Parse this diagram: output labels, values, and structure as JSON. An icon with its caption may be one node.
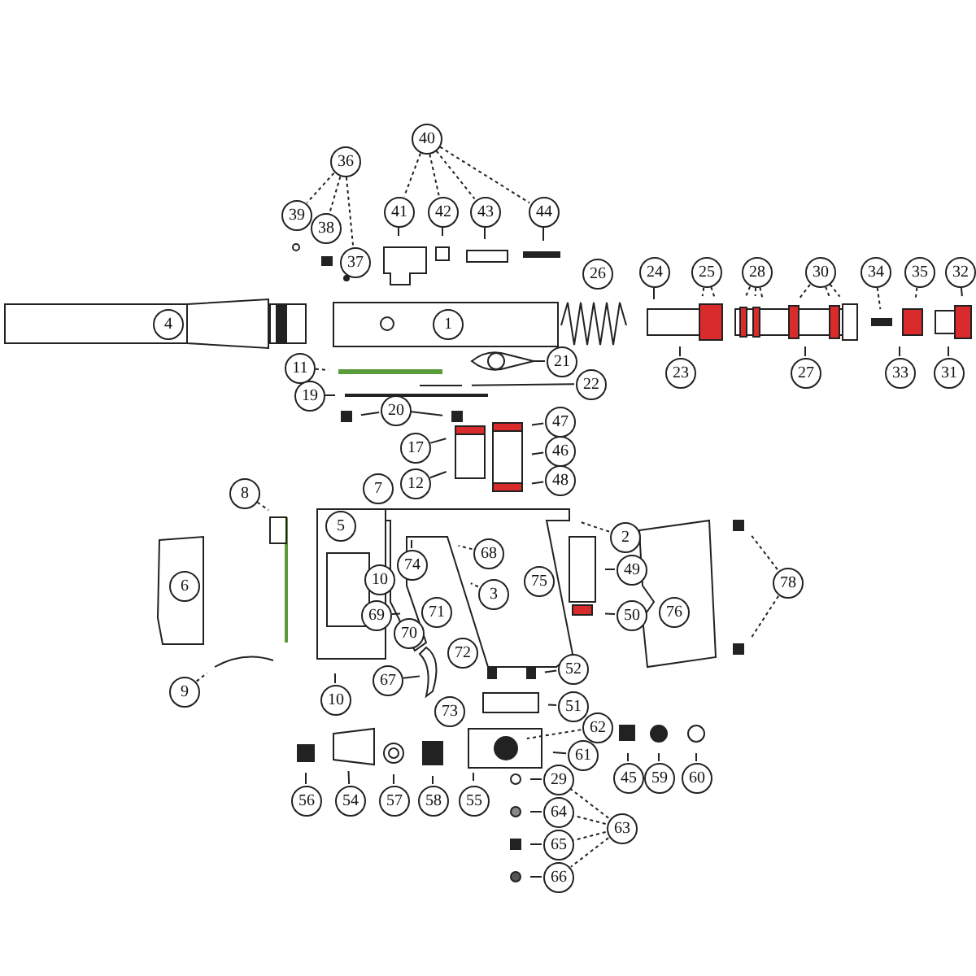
{
  "diagram": {
    "nodes": [
      {
        "text": [
          "40"
        ]
      },
      {
        "text": [
          "36"
        ]
      },
      {
        "text": [
          "39"
        ]
      },
      {
        "text": [
          "41"
        ]
      },
      {
        "text": [
          "42"
        ]
      },
      {
        "text": [
          "43"
        ]
      },
      {
        "text": [
          "44"
        ]
      },
      {
        "text": [
          "38"
        ]
      },
      {
        "text": [
          "37"
        ]
      },
      {
        "text": [
          "26"
        ]
      },
      {
        "text": [
          "24"
        ]
      },
      {
        "text": [
          "25"
        ]
      },
      {
        "text": [
          "28"
        ]
      },
      {
        "text": [
          "30"
        ]
      },
      {
        "text": [
          "34"
        ]
      },
      {
        "text": [
          "35"
        ]
      },
      {
        "text": [
          "32"
        ]
      },
      {
        "text": [
          "4"
        ]
      },
      {
        "text": [
          "1"
        ]
      },
      {
        "text": [
          "23"
        ]
      },
      {
        "text": [
          "27"
        ]
      },
      {
        "text": [
          "33"
        ]
      },
      {
        "text": [
          "31"
        ]
      },
      {
        "text": [
          "11"
        ]
      },
      {
        "text": [
          "21"
        ]
      },
      {
        "text": [
          "22"
        ]
      },
      {
        "text": [
          "19"
        ]
      },
      {
        "text": [
          "20"
        ]
      },
      {
        "text": [
          "17"
        ]
      },
      {
        "text": [
          "47"
        ]
      },
      {
        "text": [
          "12"
        ]
      },
      {
        "text": [
          "46"
        ]
      },
      {
        "text": [
          "48"
        ]
      },
      {
        "text": [
          "2"
        ]
      },
      {
        "text": [
          "8"
        ]
      },
      {
        "text": [
          "7"
        ]
      },
      {
        "text": [
          "5"
        ]
      },
      {
        "text": [
          "74"
        ]
      },
      {
        "text": [
          "68"
        ]
      },
      {
        "text": [
          "3"
        ]
      },
      {
        "text": [
          "75"
        ]
      },
      {
        "text": [
          "49"
        ]
      },
      {
        "text": [
          "76"
        ]
      },
      {
        "text": [
          "78"
        ]
      },
      {
        "text": [
          "6"
        ]
      },
      {
        "text": [
          "10"
        ]
      },
      {
        "text": [
          "71"
        ]
      },
      {
        "text": [
          "69"
        ]
      },
      {
        "text": [
          "70"
        ]
      },
      {
        "text": [
          "50"
        ]
      },
      {
        "text": [
          "67"
        ]
      },
      {
        "text": [
          "72"
        ]
      },
      {
        "text": [
          "52"
        ]
      },
      {
        "text": [
          "9"
        ]
      },
      {
        "text": [
          "10"
        ]
      },
      {
        "text": [
          "51"
        ]
      },
      {
        "text": [
          "73"
        ]
      },
      {
        "text": [
          "62"
        ]
      },
      {
        "text": [
          "61"
        ]
      },
      {
        "text": [
          "56"
        ]
      },
      {
        "text": [
          "54"
        ]
      },
      {
        "text": [
          "57"
        ]
      },
      {
        "text": [
          "58"
        ]
      },
      {
        "text": [
          "55"
        ]
      },
      {
        "text": [
          "45"
        ]
      },
      {
        "text": [
          "59"
        ]
      },
      {
        "text": [
          "60"
        ]
      },
      {
        "text": [
          "29"
        ]
      },
      {
        "text": [
          "64"
        ]
      },
      {
        "text": [
          "63"
        ]
      },
      {
        "text": [
          "65"
        ]
      },
      {
        "text": [
          "66"
        ]
      }
    ],
    "edges": [
      {
        "from": 0,
        "to": 3,
        "arrow": "none",
        "style": "dashed"
      },
      {
        "from": 0,
        "to": 4,
        "arrow": "none",
        "style": "dashed"
      },
      {
        "from": 0,
        "to": 5,
        "arrow": "none",
        "style": "dashed"
      },
      {
        "from": 0,
        "to": 6,
        "arrow": "none",
        "style": "dashed"
      },
      {
        "from": 1,
        "to": 2,
        "arrow": "none",
        "style": "dashed"
      },
      {
        "from": 1,
        "to": 7,
        "arrow": "none",
        "style": "dashed"
      },
      {
        "from": 1,
        "to": 8,
        "arrow": "none",
        "style": "dashed"
      },
      {
        "from": 69,
        "to": 67,
        "arrow": "none",
        "style": "dashed"
      },
      {
        "from": 69,
        "to": 68,
        "arrow": "none",
        "style": "dashed"
      },
      {
        "from": 69,
        "to": 70,
        "arrow": "none",
        "style": "dashed"
      },
      {
        "from": 69,
        "to": 71,
        "arrow": "none",
        "style": "dashed"
      },
      {
        "from": 3,
        "to": null,
        "arrow": "none"
      },
      {
        "from": 4,
        "to": null,
        "arrow": "none"
      },
      {
        "from": 5,
        "to": null,
        "arrow": "none"
      },
      {
        "from": 6,
        "to": null,
        "arrow": "none"
      },
      {
        "from": 10,
        "to": null,
        "arrow": "none"
      },
      {
        "from": 11,
        "to": null,
        "arrow": "none",
        "style": "dashed"
      },
      {
        "from": 11,
        "to": null,
        "arrow": "none",
        "style": "dashed"
      },
      {
        "from": 12,
        "to": null,
        "arrow": "none",
        "style": "dashed"
      },
      {
        "from": 12,
        "to": null,
        "arrow": "none",
        "style": "dashed"
      },
      {
        "from": 12,
        "to": null,
        "arrow": "none",
        "style": "dashed"
      },
      {
        "from": 13,
        "to": null,
        "arrow": "none",
        "style": "dashed"
      },
      {
        "from": 13,
        "to": null,
        "arrow": "none",
        "style": "dashed"
      },
      {
        "from": 13,
        "to": null,
        "arrow": "none",
        "style": "dashed"
      },
      {
        "from": 14,
        "to": null,
        "arrow": "none",
        "style": "dashed"
      },
      {
        "from": 15,
        "to": null,
        "arrow": "none",
        "style": "dashed"
      },
      {
        "from": 16,
        "to": null,
        "arrow": "none"
      },
      {
        "from": 19,
        "to": null,
        "arrow": "none"
      },
      {
        "from": 20,
        "to": null,
        "arrow": "none"
      },
      {
        "from": 21,
        "to": null,
        "arrow": "none"
      },
      {
        "from": 22,
        "to": null,
        "arrow": "none"
      },
      {
        "from": 23,
        "to": null,
        "arrow": "none",
        "style": "dashed"
      },
      {
        "from": 24,
        "to": null,
        "arrow": "none"
      },
      {
        "from": 25,
        "to": null,
        "arrow": "none"
      },
      {
        "from": 26,
        "to": null,
        "arrow": "none"
      },
      {
        "from": 27,
        "to": null,
        "arrow": "none"
      },
      {
        "from": 27,
        "to": null,
        "arrow": "none"
      },
      {
        "from": 28,
        "to": null,
        "arrow": "none"
      },
      {
        "from": 30,
        "to": null,
        "arrow": "none"
      },
      {
        "from": 29,
        "to": null,
        "arrow": "none"
      },
      {
        "from": 31,
        "to": null,
        "arrow": "none"
      },
      {
        "from": 32,
        "to": null,
        "arrow": "none"
      },
      {
        "from": 33,
        "to": null,
        "arrow": "none",
        "style": "dashed"
      },
      {
        "from": 34,
        "to": null,
        "arrow": "none",
        "style": "dashed"
      },
      {
        "from": 37,
        "to": null,
        "arrow": "none"
      },
      {
        "from": 38,
        "to": null,
        "arrow": "none",
        "style": "dashed"
      },
      {
        "from": 39,
        "to": null,
        "arrow": "none",
        "style": "dashed"
      },
      {
        "from": 41,
        "to": null,
        "arrow": "none"
      },
      {
        "from": 43,
        "to": null,
        "arrow": "none",
        "style": "dashed"
      },
      {
        "from": 43,
        "to": null,
        "arrow": "none",
        "style": "dashed"
      },
      {
        "from": 47,
        "to": null,
        "arrow": "none"
      },
      {
        "from": 49,
        "to": null,
        "arrow": "none"
      },
      {
        "from": 50,
        "to": null,
        "arrow": "none"
      },
      {
        "from": 52,
        "to": null,
        "arrow": "none"
      },
      {
        "from": 53,
        "to": null,
        "arrow": "none",
        "style": "dashed"
      },
      {
        "from": 54,
        "to": null,
        "arrow": "none"
      },
      {
        "from": 55,
        "to": null,
        "arrow": "none"
      },
      {
        "from": 57,
        "to": null,
        "arrow": "none",
        "style": "dashed"
      },
      {
        "from": 58,
        "to": null,
        "arrow": "none"
      },
      {
        "from": 59,
        "to": null,
        "arrow": "none"
      },
      {
        "from": 60,
        "to": null,
        "arrow": "none"
      },
      {
        "from": 61,
        "to": null,
        "arrow": "none"
      },
      {
        "from": 62,
        "to": null,
        "arrow": "none"
      },
      {
        "from": 64,
        "to": null,
        "arrow": "none"
      },
      {
        "from": 65,
        "to": null,
        "arrow": "none"
      },
      {
        "from": 66,
        "to": null,
        "arrow": "none"
      },
      {
        "from": 67,
        "to": null,
        "arrow": "none"
      },
      {
        "from": 68,
        "to": null,
        "arrow": "none"
      },
      {
        "from": 70,
        "to": null,
        "arrow": "none"
      },
      {
        "from": 71,
        "to": null,
        "arrow": "none"
      }
    ]
  }
}
